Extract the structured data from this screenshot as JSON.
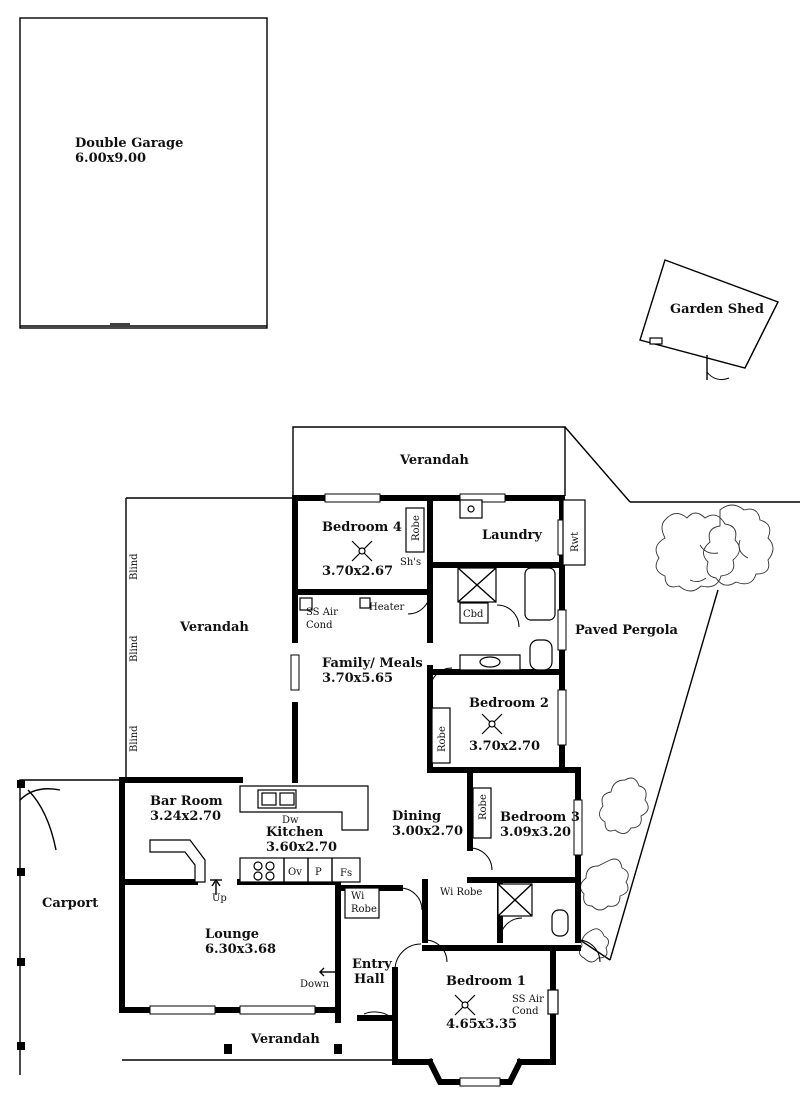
{
  "plan": {
    "outbuildings": {
      "garage": {
        "name": "Double Garage",
        "size": "6.00x9.00"
      },
      "shed": {
        "name": "Garden Shed"
      }
    },
    "rooms": {
      "bedroom4": {
        "name": "Bedroom 4",
        "size": "3.70x2.67"
      },
      "bedroom2": {
        "name": "Bedroom 2",
        "size": "3.70x2.70"
      },
      "bedroom3": {
        "name": "Bedroom 3",
        "size": "3.09x3.20"
      },
      "bedroom1": {
        "name": "Bedroom 1",
        "size": "4.65x3.35"
      },
      "family": {
        "name": "Family/ Meals",
        "size": "3.70x5.65"
      },
      "dining": {
        "name": "Dining",
        "size": "3.00x2.70"
      },
      "kitchen": {
        "name": "Kitchen",
        "size": "3.60x2.70"
      },
      "barroom": {
        "name": "Bar Room",
        "size": "3.24x2.70"
      },
      "lounge": {
        "name": "Lounge",
        "size": "6.30x3.68"
      },
      "laundry": {
        "name": "Laundry"
      },
      "entry_line1": "Entry",
      "entry_line2": "Hall"
    },
    "outdoor": {
      "verandah_top": "Verandah",
      "verandah_left": "Verandah",
      "verandah_bottom": "Verandah",
      "carport": "Carport",
      "pergola": "Paved Pergola",
      "blind_1": "Blind",
      "blind_2": "Blind",
      "blind_3": "Blind"
    },
    "fixtures": {
      "robe_bed4": "Robe",
      "shs": "Sh's",
      "rwt": "Rwt",
      "cbd": "Cbd",
      "robe_bed2": "Robe",
      "robe_bed3": "Robe",
      "ss_air_1a": "SS Air",
      "ss_air_1b": "Cond",
      "heater": "Heater",
      "dw": "Dw",
      "ov": "Ov",
      "p": "P",
      "fs": "Fs",
      "up": "Up",
      "down": "Down",
      "wi_robe_entry_1": "Wi",
      "wi_robe_entry_2": "Robe",
      "wi_robe_bed1": "Wi Robe",
      "ss_air_2a": "SS Air",
      "ss_air_2b": "Cond"
    }
  }
}
